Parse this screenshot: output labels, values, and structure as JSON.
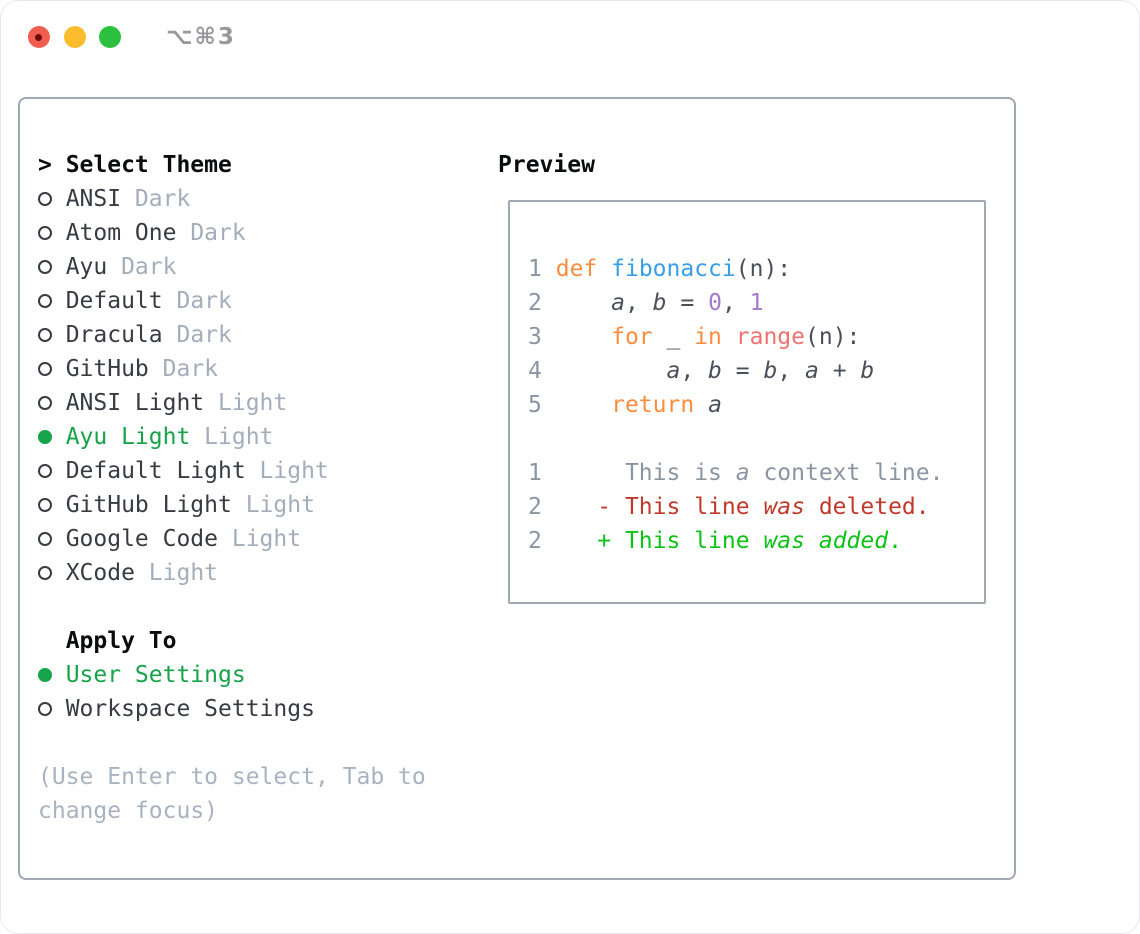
{
  "titlebar": {
    "title": "⌥⌘3"
  },
  "theme_list": {
    "prompt": ">",
    "header": "Select Theme",
    "items": [
      {
        "name": "ANSI",
        "tag": "Dark",
        "selected": false
      },
      {
        "name": "Atom One",
        "tag": "Dark",
        "selected": false
      },
      {
        "name": "Ayu",
        "tag": "Dark",
        "selected": false
      },
      {
        "name": "Default",
        "tag": "Dark",
        "selected": false
      },
      {
        "name": "Dracula",
        "tag": "Dark",
        "selected": false
      },
      {
        "name": "GitHub",
        "tag": "Dark",
        "selected": false
      },
      {
        "name": "ANSI Light",
        "tag": "Light",
        "selected": false
      },
      {
        "name": "Ayu Light",
        "tag": "Light",
        "selected": true
      },
      {
        "name": "Default Light",
        "tag": "Light",
        "selected": false
      },
      {
        "name": "GitHub Light",
        "tag": "Light",
        "selected": false
      },
      {
        "name": "Google Code",
        "tag": "Light",
        "selected": false
      },
      {
        "name": "XCode",
        "tag": "Light",
        "selected": false
      }
    ]
  },
  "apply_to": {
    "header": "Apply To",
    "options": [
      {
        "label": "User Settings",
        "selected": true
      },
      {
        "label": "Workspace Settings",
        "selected": false
      }
    ]
  },
  "footer": {
    "lines": [
      "(Use Enter to select, Tab to",
      "change focus)"
    ]
  },
  "preview": {
    "header": "Preview",
    "lines": [
      {
        "num": "1",
        "tokens": [
          {
            "t": " "
          },
          {
            "t": "def",
            "c": "orange"
          },
          {
            "t": " "
          },
          {
            "t": "fibonacci",
            "c": "blue"
          },
          {
            "t": "(n):"
          }
        ]
      },
      {
        "num": "2",
        "tokens": [
          {
            "t": "     "
          },
          {
            "t": "a",
            "i": true
          },
          {
            "t": ", "
          },
          {
            "t": "b",
            "i": true
          },
          {
            "t": " = "
          },
          {
            "t": "0",
            "c": "purple"
          },
          {
            "t": ", "
          },
          {
            "t": "1",
            "c": "purple"
          }
        ]
      },
      {
        "num": "3",
        "tokens": [
          {
            "t": "     "
          },
          {
            "t": "for",
            "c": "orange"
          },
          {
            "t": " _ "
          },
          {
            "t": "in",
            "c": "orange"
          },
          {
            "t": " "
          },
          {
            "t": "range",
            "c": "coral"
          },
          {
            "t": "(n):"
          }
        ]
      },
      {
        "num": "4",
        "tokens": [
          {
            "t": "         "
          },
          {
            "t": "a",
            "i": true
          },
          {
            "t": ", "
          },
          {
            "t": "b",
            "i": true
          },
          {
            "t": " = "
          },
          {
            "t": "b",
            "i": true
          },
          {
            "t": ", "
          },
          {
            "t": "a",
            "i": true
          },
          {
            "t": " + "
          },
          {
            "t": "b",
            "i": true
          }
        ]
      },
      {
        "num": "5",
        "tokens": [
          {
            "t": "     "
          },
          {
            "t": "return",
            "c": "orange"
          },
          {
            "t": " "
          },
          {
            "t": "a",
            "i": true
          }
        ]
      },
      {
        "num": "",
        "tokens": []
      },
      {
        "num": "1",
        "tokens": [
          {
            "t": "      ",
            "c": "context"
          },
          {
            "t": "This is ",
            "c": "context"
          },
          {
            "t": "a",
            "c": "context",
            "i": true
          },
          {
            "t": " context line.",
            "c": "context"
          }
        ]
      },
      {
        "num": "2",
        "tokens": [
          {
            "t": "    - ",
            "c": "deleted"
          },
          {
            "t": "This line ",
            "c": "deleted"
          },
          {
            "t": "was",
            "c": "deleted",
            "i": true
          },
          {
            "t": " deleted.",
            "c": "deleted"
          }
        ]
      },
      {
        "num": "2",
        "tokens": [
          {
            "t": "    + ",
            "c": "added"
          },
          {
            "t": "This line ",
            "c": "added"
          },
          {
            "t": "was",
            "c": "added",
            "i": true
          },
          {
            "t": " ",
            "c": "added"
          },
          {
            "t": "added",
            "c": "added",
            "i": true
          },
          {
            "t": ".",
            "c": "added"
          }
        ]
      }
    ]
  },
  "colors": {
    "titlebar-fg": "#96989c",
    "btn-red": "#f25d51",
    "btn-red-dot": "#6e0b03",
    "btn-yellow": "#fbbc2e",
    "btn-green": "#2bc13e",
    "border": "#a0a8b2",
    "heading": "#0a0c0e",
    "item-fg": "#373c43",
    "tag": "#a4adba",
    "green-sel": "#16a34a",
    "footer": "#a9b3c0",
    "code-fg": "#4a505a",
    "code-lineno": "#8b95a2",
    "code-orange": "#fa8d3e",
    "code-blue": "#399ee6",
    "code-coral": "#f07171",
    "code-purple": "#a37acc",
    "diff-context": "#8b95a2",
    "diff-deleted": "#c0392b",
    "diff-added": "#0cc316"
  }
}
